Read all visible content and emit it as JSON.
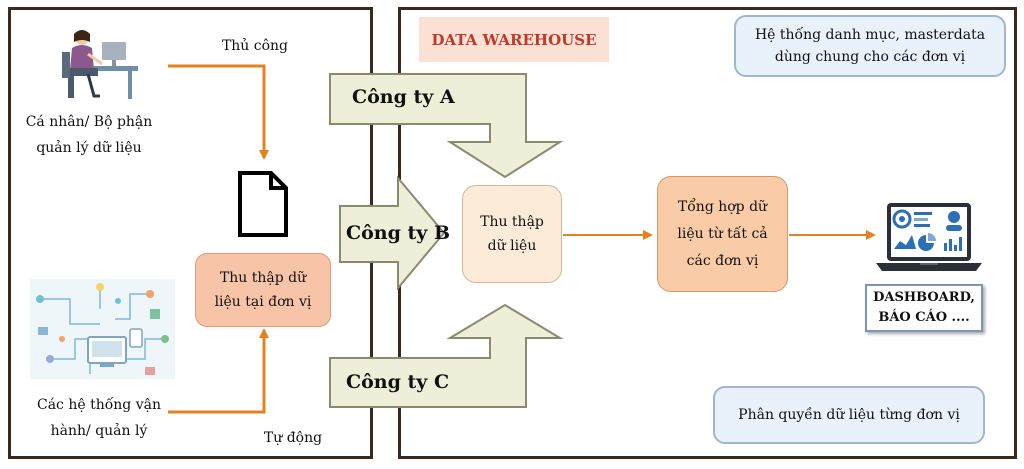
{
  "left_panel": {
    "manual_label": "Thủ công",
    "auto_label": "Tự động",
    "person_caption_line1": "Cá nhân/ Bộ phận",
    "person_caption_line2": "quản lý dữ liệu",
    "systems_caption_line1": "Các hệ thống vận",
    "systems_caption_line2": "hành/ quản lý",
    "collect_box_line1": "Thu thập dữ",
    "collect_box_line2": "liệu tại đơn vị"
  },
  "warehouse": {
    "title": "DATA WAREHOUSE",
    "catalog_box_line1": "Hệ thống danh mục, masterdata",
    "catalog_box_line2": "dùng chung cho các đơn vị",
    "collect_box_line1": "Thu thập",
    "collect_box_line2": "dữ liệu",
    "aggregate_box_line1": "Tổng hợp dữ",
    "aggregate_box_line2": "liệu từ tất cả",
    "aggregate_box_line3": "các đơn vị",
    "permission_box": "Phân quyền dữ liệu từng đơn vị",
    "dashboard_line1": "DASHBOARD,",
    "dashboard_line2": "BÁO CÁO ...."
  },
  "companies": {
    "a": "Công ty A",
    "b": "Công ty B",
    "c": "Công ty C"
  },
  "colors": {
    "panel_border": "#3a2a1e",
    "flow_arrow": "#e3821f",
    "big_arrow_fill": "#eeeed9",
    "big_arrow_stroke": "#8a8a6e"
  },
  "icons": [
    "person-at-desk-icon",
    "document-icon",
    "systems-network-icon",
    "laptop-dashboard-icon"
  ]
}
